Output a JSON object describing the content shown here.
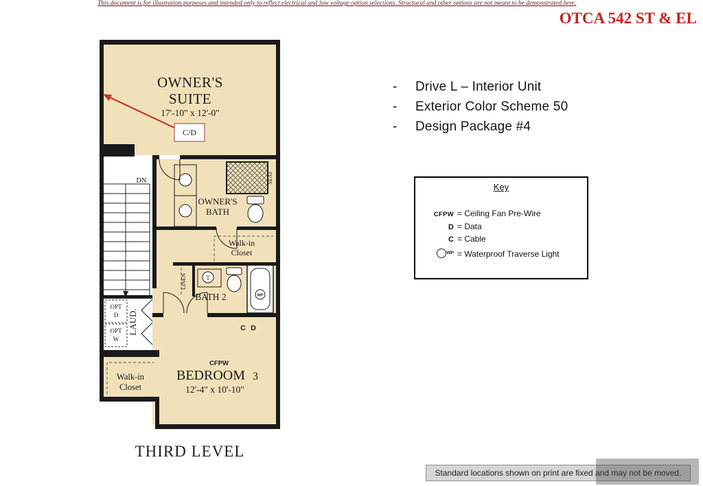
{
  "page": {
    "disclaimer": "This document is for illustration purposes and intended only to reflect electrical and low voltage option selections.  Structural and other options are not meant to be demonstrated here.",
    "plan_code": "OTCA 542 ST & EL",
    "footer_note": "Standard locations shown on print are fixed and may not be moved."
  },
  "specs": {
    "bullet": "-",
    "items": [
      {
        "label": "Drive L – Interior Unit"
      },
      {
        "label": "Exterior Color Scheme 50"
      },
      {
        "label": "Design Package #4"
      }
    ]
  },
  "key": {
    "title": "Key",
    "entries": [
      {
        "symbol": "CFPW",
        "desc": "= Ceiling Fan Pre-Wire"
      },
      {
        "symbol": "D",
        "desc": "= Data"
      },
      {
        "symbol": "C",
        "desc": "= Cable"
      },
      {
        "symbol": "WP",
        "desc": "= Waterproof Traverse Light"
      }
    ]
  },
  "plan": {
    "level_title": "THIRD LEVEL",
    "owners_suite": {
      "line1": "OWNER'S",
      "line2": "SUITE",
      "dims": "17'-10\" x 12'-0\""
    },
    "owners_bath": {
      "line1": "OWNER'S",
      "line2": "BATH"
    },
    "walkin_closet_mid": {
      "line1": "Walk-in",
      "line2": "Closet"
    },
    "bath2": {
      "name": "BATH 2"
    },
    "bedroom3": {
      "name": "BEDROOM",
      "number": "3",
      "dims": "12'-4\" x 10'-10\""
    },
    "walkin_closet_bottom": {
      "line1": "Walk-in",
      "line2": "Closet"
    },
    "labels": {
      "cd_box": "C/D",
      "dn": "DN",
      "seat": "SEAT",
      "linen": "LINEN",
      "laundry": "LAUD.",
      "opt_line1": "OPT",
      "opt_d": "D",
      "opt_w": "W",
      "cable": "C",
      "data": "D",
      "cfpw": "CFPW",
      "tub": "T",
      "wp": "WP"
    }
  },
  "colors": {
    "accent_red": "#c3241c",
    "room_fill": "#f1e1ba",
    "wall": "#1a1a1a"
  }
}
